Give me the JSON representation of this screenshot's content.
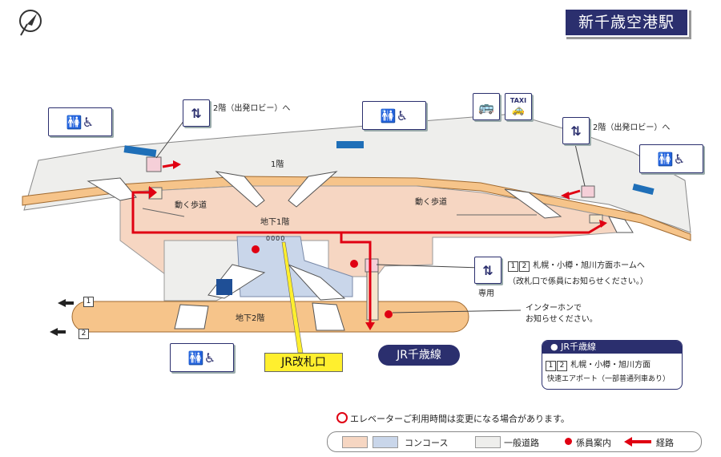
{
  "header": {
    "station_name": "新千歳空港駅"
  },
  "floors": {
    "floor1": "1階",
    "b1": "地下1階",
    "b2": "地下2階"
  },
  "labels": {
    "walkway_left": "動く歩道",
    "walkway_right": "動く歩道",
    "elevator_left_to": "2階（出発ロビー）へ",
    "elevator_right_to": "2階（出発ロビー）へ",
    "elevator_platform_to": "札幌・小樽・旭川方面ホームへ",
    "elevator_platform_note": "（改札口で係員にお知らせください。）",
    "dedicated": "専用",
    "intercom": "インターホンで\nお知らせください。",
    "gate_counter": "0000",
    "jr_gate": "JR改札口",
    "jr_line": "JR千歳線",
    "track_left_1": "1",
    "track_left_2": "2",
    "taxi": "TAXI"
  },
  "line_legend": {
    "title": "JR千歳線",
    "row1": "札幌・小樽・旭川方面",
    "row2": "快速エアポート（一部普通列車あり）",
    "nums": [
      "1",
      "2"
    ]
  },
  "notice": "エレベーターご利用時間は変更になる場合があります。",
  "key": {
    "concourse": "コンコース",
    "general_road": "一般道路",
    "staff": "係員案内",
    "route": "経路"
  },
  "colors": {
    "concourse_pink": "#f6d6c2",
    "concourse_blue": "#c9d6ea",
    "road_gray": "#eeeeec",
    "route_red": "#e00012",
    "navy": "#2b2f6e",
    "gate_yellow": "#ffef2e",
    "corridor_orange": "#f6c48a"
  }
}
